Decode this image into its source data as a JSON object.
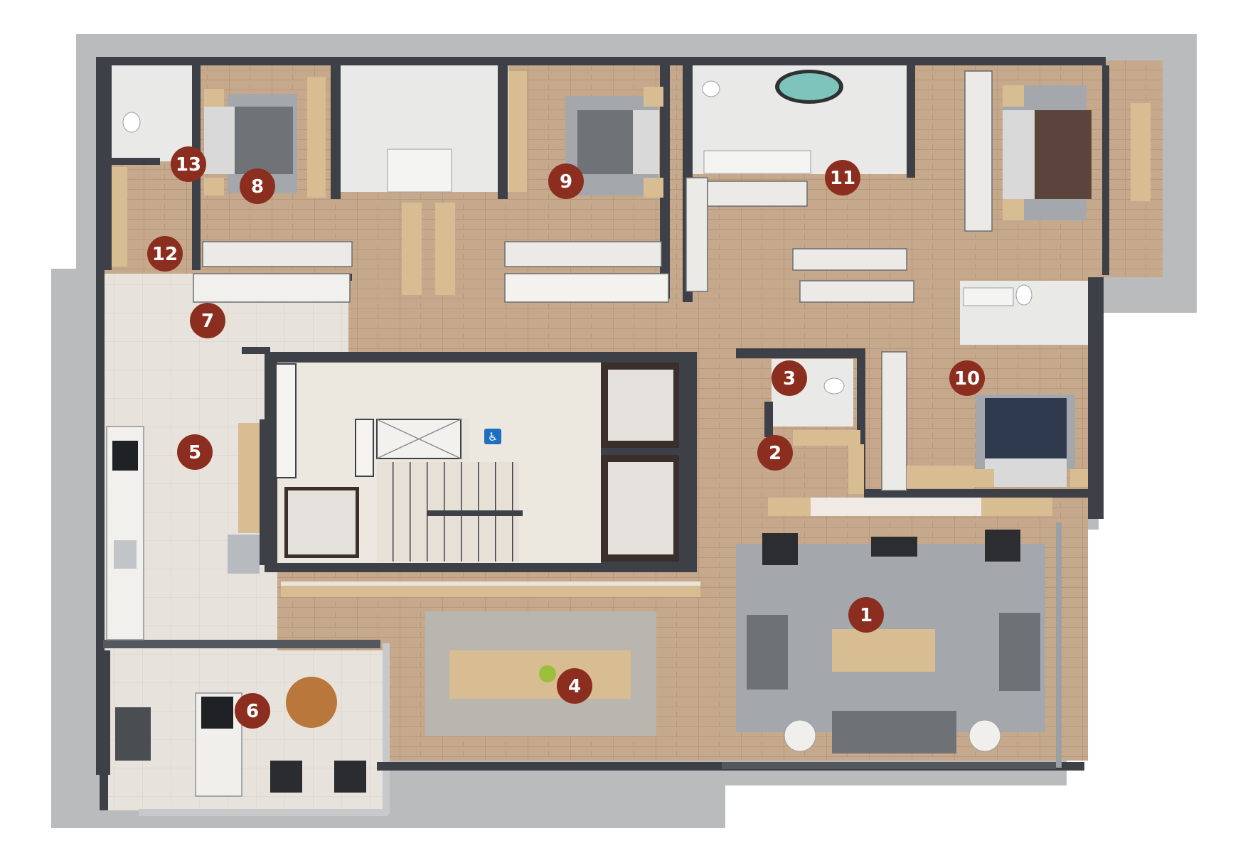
{
  "colors": {
    "ground": "#b9bbbd",
    "wall": "#3d4147",
    "wood_floor": "#c6a98c",
    "wood_stripe": "#b8987a",
    "tile_floor": "#e7e3dc",
    "bath_tile": "#e9e9e7",
    "rug": "#a4a8ad",
    "dining_rug": "#b9b6b0",
    "core": "#ece7df",
    "furniture_wood": "#d8bc92",
    "sofa": "#6e7176",
    "bed_grey": "#6f7276",
    "bed_brown": "#5a443c",
    "bed_navy": "#2f3a4f",
    "marker": "#8b2e1f",
    "marker_text": "#ffffff",
    "accent_blue": "#1f6fc1"
  },
  "icons": [
    "accessibility-icon"
  ],
  "markers": [
    {
      "id": "living-room",
      "label": "1"
    },
    {
      "id": "study",
      "label": "2"
    },
    {
      "id": "powder-room",
      "label": "3"
    },
    {
      "id": "dining-room",
      "label": "4"
    },
    {
      "id": "kitchen",
      "label": "5"
    },
    {
      "id": "gourmet-terrace",
      "label": "6"
    },
    {
      "id": "laundry",
      "label": "7"
    },
    {
      "id": "suite-1",
      "label": "8"
    },
    {
      "id": "suite-2",
      "label": "9"
    },
    {
      "id": "suite-3",
      "label": "10"
    },
    {
      "id": "master-bath",
      "label": "11"
    },
    {
      "id": "service-hall",
      "label": "12"
    },
    {
      "id": "service-room",
      "label": "13"
    }
  ]
}
